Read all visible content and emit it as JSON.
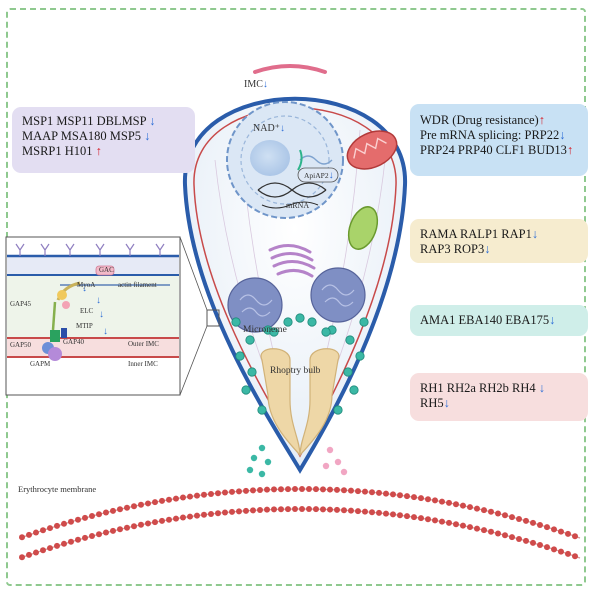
{
  "boxes": {
    "surface": {
      "line1": "MSP1  MSP11 DBLMSP",
      "line2": "MAAP MSA180 MSP5",
      "line3": "MSRP1 H101",
      "arrows": [
        "down",
        "down",
        "up"
      ]
    },
    "drug": {
      "line1": "WDR (Drug resistance)",
      "line2": "Pre mRNA splicing: PRP22",
      "line3": "PRP24 PRP40 CLF1 BUD13",
      "arrows": [
        "up",
        "down",
        "up"
      ]
    },
    "rhoptry_neck": {
      "line1": "RAMA RALP1 RAP1",
      "line2": "RAP3 ROP3",
      "arrows": [
        "down",
        "down"
      ]
    },
    "microneme": {
      "line1": "AMA1 EBA140 EBA175",
      "arrows": [
        "down"
      ]
    },
    "rh": {
      "line1": "RH1 RH2a RH2b RH4",
      "line2": "RH5",
      "arrows": [
        "down",
        "down"
      ]
    }
  },
  "glyphs": {
    "down": "↓",
    "up": "↑"
  },
  "labels": {
    "imc": "IMC",
    "nad": "NAD⁺",
    "apiap2": "ApiAP2",
    "mrna": "mRNA",
    "microneme": "Microneme",
    "rhoptry_bulb": "Rhoptry bulb",
    "erythrocyte": "Erythrocyte membrane"
  },
  "inset": {
    "gac": "GAC",
    "myoa": "MyoA",
    "actin": "actin filament",
    "gap45": "GAP45",
    "elc": "ELC",
    "mtip": "MTIP",
    "gap40": "GAP40",
    "gap50": "GAP50",
    "gapm": "GAPM",
    "outer_imc": "Outer IMC",
    "inner_imc": "Inner IMC"
  },
  "colors": {
    "up_arrow": "#d6202a",
    "down_arrow": "#2f6fd6",
    "outline_blue": "#2a5caa",
    "membrane_red": "#c84a4a",
    "frame_green": "#8fc98f"
  }
}
